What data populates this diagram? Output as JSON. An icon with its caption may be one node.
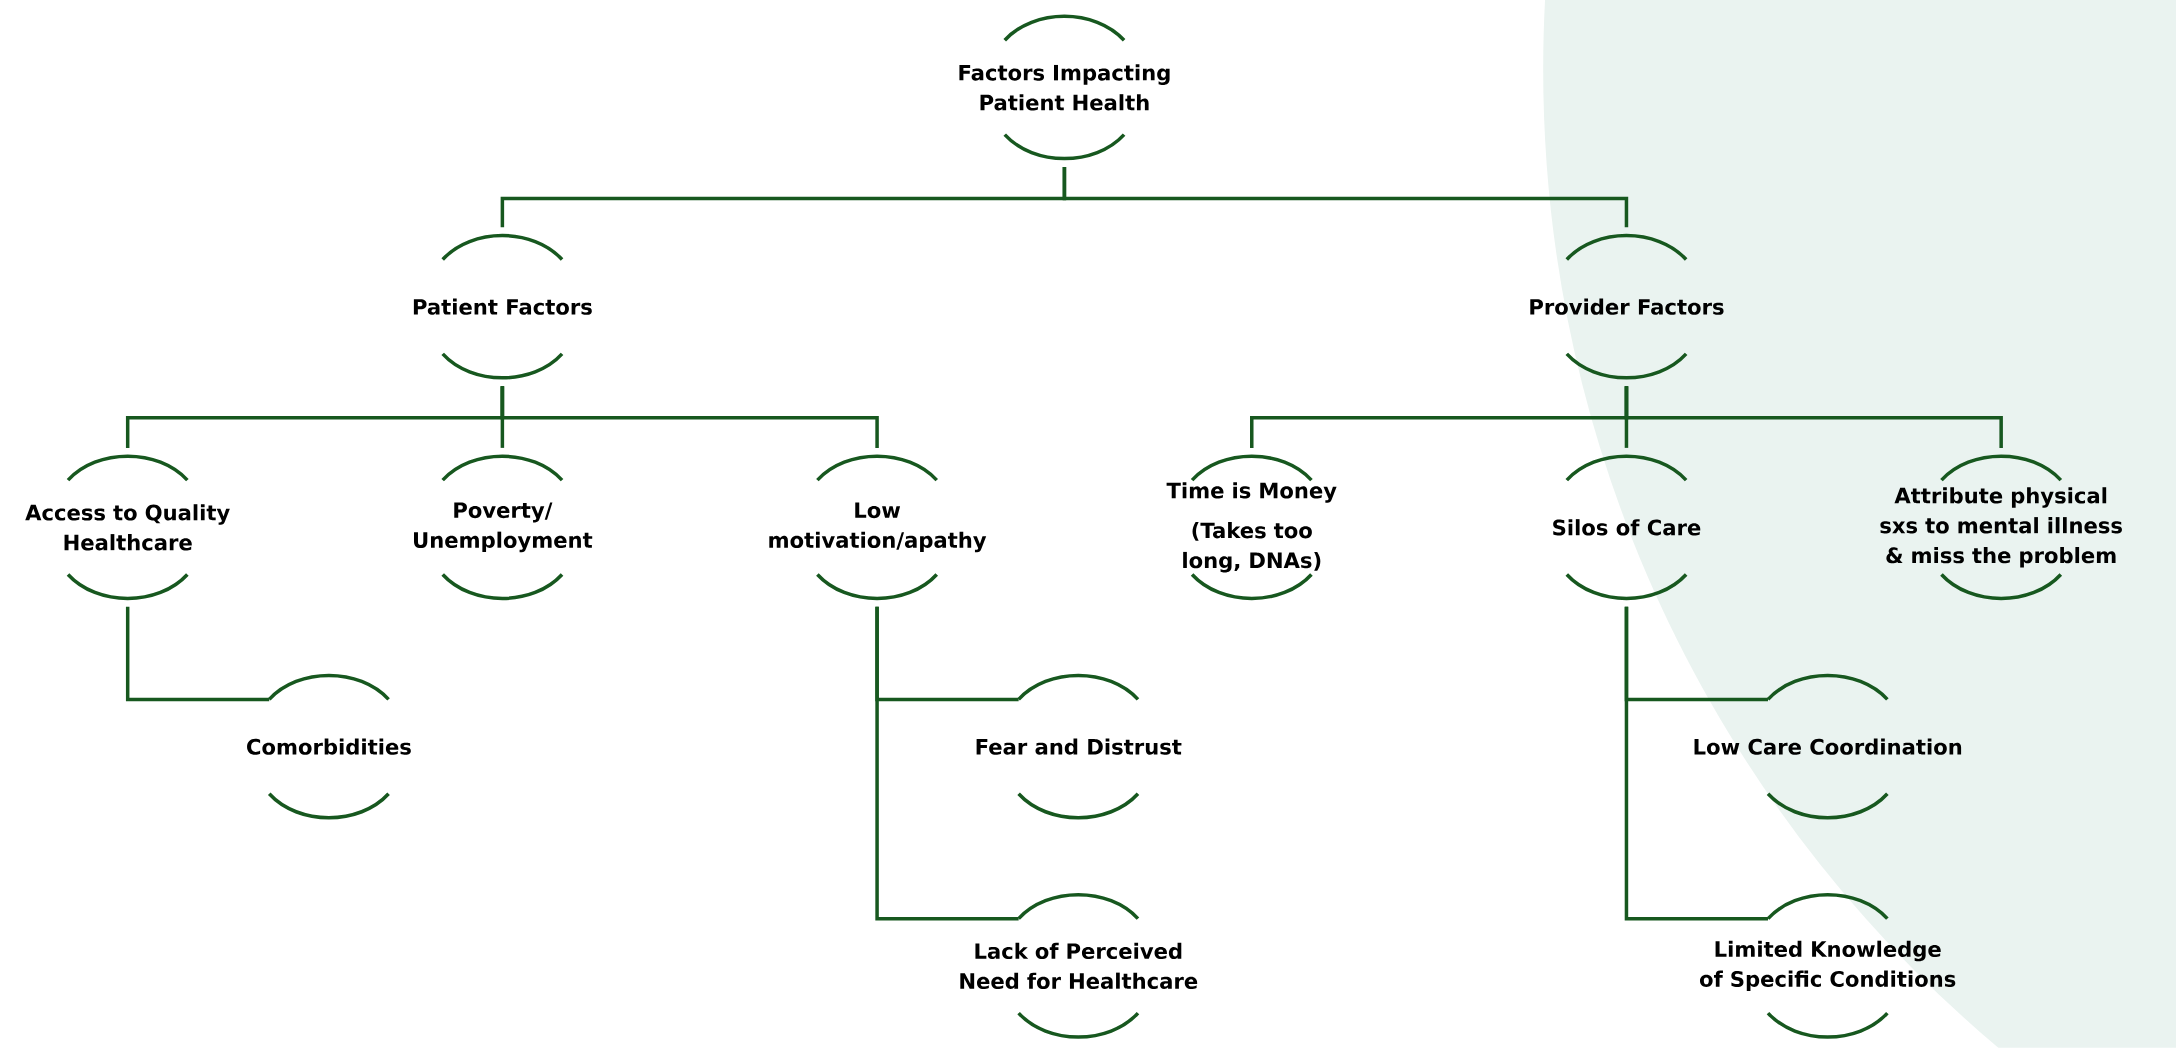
{
  "diagram": {
    "nodes": [
      {
        "text": [
          "Factors Impacting Patient Health"
        ]
      },
      {
        "text": [
          "Patient Factors"
        ]
      },
      {
        "text": [
          "Provider Factors"
        ]
      },
      {
        "text": [
          "Access to Quality Healthcare"
        ]
      },
      {
        "text": [
          "Poverty/ Unemployment"
        ]
      },
      {
        "text": [
          "Low motivation/apathy"
        ]
      },
      {
        "text": [
          "Time is Money",
          "(Takes too long, DNAs)"
        ]
      },
      {
        "text": [
          "Silos of Care"
        ]
      },
      {
        "text": [
          "Attribute physical sxs to mental illness & miss the problem"
        ]
      },
      {
        "text": [
          "Comorbidities"
        ]
      },
      {
        "text": [
          "Fear and Distrust"
        ]
      },
      {
        "text": [
          "Lack of Perceived Need for Healthcare"
        ]
      },
      {
        "text": [
          "Low Care Coordination"
        ]
      },
      {
        "text": [
          "Limited Knowledge of Specific Conditions"
        ]
      }
    ],
    "edges": [
      {
        "from": 0,
        "to": 1,
        "arrow": "none"
      },
      {
        "from": 0,
        "to": 2,
        "arrow": "none"
      },
      {
        "from": 1,
        "to": 3,
        "arrow": "none"
      },
      {
        "from": 1,
        "to": 4,
        "arrow": "none"
      },
      {
        "from": 1,
        "to": 5,
        "arrow": "none"
      },
      {
        "from": 2,
        "to": 6,
        "arrow": "none"
      },
      {
        "from": 2,
        "to": 7,
        "arrow": "none"
      },
      {
        "from": 2,
        "to": 8,
        "arrow": "none"
      },
      {
        "from": 3,
        "to": 9,
        "arrow": "none"
      },
      {
        "from": 5,
        "to": 10,
        "arrow": "none"
      },
      {
        "from": 5,
        "to": 11,
        "arrow": "none"
      },
      {
        "from": 7,
        "to": 12,
        "arrow": "none"
      },
      {
        "from": 7,
        "to": 13,
        "arrow": "none"
      }
    ]
  }
}
